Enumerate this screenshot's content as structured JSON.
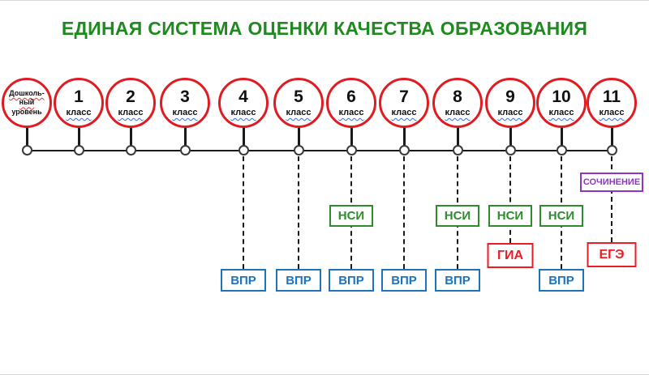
{
  "title": "ЕДИНАЯ СИСТЕМА ОЦЕНКИ КАЧЕСТВА ОБРАЗОВАНИЯ",
  "labels": {
    "vpr": "ВПР",
    "nsi": "НСИ",
    "gia": "ГИА",
    "ege": "ЕГЭ",
    "essay": "СОЧИНЕНИЕ"
  },
  "columns": [
    {
      "id": "preschool",
      "line1": "Дошколь-",
      "line2": "ный",
      "line3": "уровень",
      "markers": []
    },
    {
      "id": "grade-1",
      "number": "1",
      "sublabel": "класс",
      "markers": []
    },
    {
      "id": "grade-2",
      "number": "2",
      "sublabel": "класс",
      "markers": []
    },
    {
      "id": "grade-3",
      "number": "3",
      "sublabel": "класс",
      "markers": []
    },
    {
      "id": "grade-4",
      "number": "4",
      "sublabel": "класс",
      "markers": [
        "ВПР"
      ]
    },
    {
      "id": "grade-5",
      "number": "5",
      "sublabel": "класс",
      "markers": [
        "ВПР"
      ]
    },
    {
      "id": "grade-6",
      "number": "6",
      "sublabel": "класс",
      "markers": [
        "НСИ",
        "ВПР"
      ]
    },
    {
      "id": "grade-7",
      "number": "7",
      "sublabel": "класс",
      "markers": [
        "ВПР"
      ]
    },
    {
      "id": "grade-8",
      "number": "8",
      "sublabel": "класс",
      "markers": [
        "НСИ",
        "ВПР"
      ]
    },
    {
      "id": "grade-9",
      "number": "9",
      "sublabel": "класс",
      "markers": [
        "НСИ",
        "ГИА"
      ]
    },
    {
      "id": "grade-10",
      "number": "10",
      "sublabel": "класс",
      "markers": [
        "НСИ",
        "ВПР"
      ]
    },
    {
      "id": "grade-11",
      "number": "11",
      "sublabel": "класс",
      "markers": [
        "СОЧИНЕНИЕ",
        "ЕГЭ"
      ]
    }
  ],
  "colors": {
    "title_green": "#1f8a1f",
    "circle_red": "#e01b22",
    "vpr_blue": "#1e73be",
    "nsi_green": "#2e8b2e",
    "exam_red": "#ec1c24",
    "essay_purple": "#8f35c4",
    "line_black": "#1a1a1a"
  }
}
